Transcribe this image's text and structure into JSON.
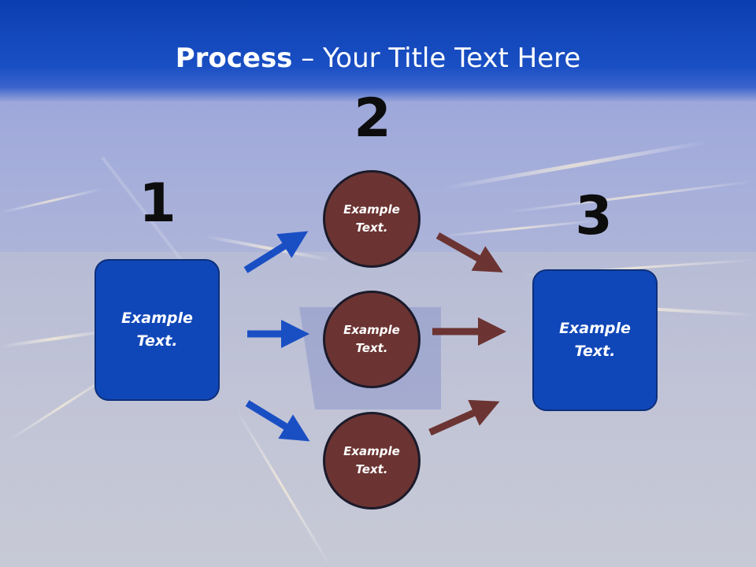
{
  "title": {
    "bold": "Process",
    "rest": " – Your Title Text Here"
  },
  "steps": {
    "one": "1",
    "two": "2",
    "three": "3"
  },
  "left_box": {
    "line1": "Example",
    "line2": "Text."
  },
  "right_box": {
    "line1": "Example",
    "line2": "Text."
  },
  "circles": [
    {
      "line1": "Example",
      "line2": "Text."
    },
    {
      "line1": "Example",
      "line2": "Text."
    },
    {
      "line1": "Example",
      "line2": "Text."
    }
  ],
  "colors": {
    "box_blue": "#1047b8",
    "circle_brown": "#6b3432",
    "arrow_blue": "#1a4fc4",
    "arrow_brown": "#6b3432",
    "title_bar": "#0b3fb0"
  }
}
